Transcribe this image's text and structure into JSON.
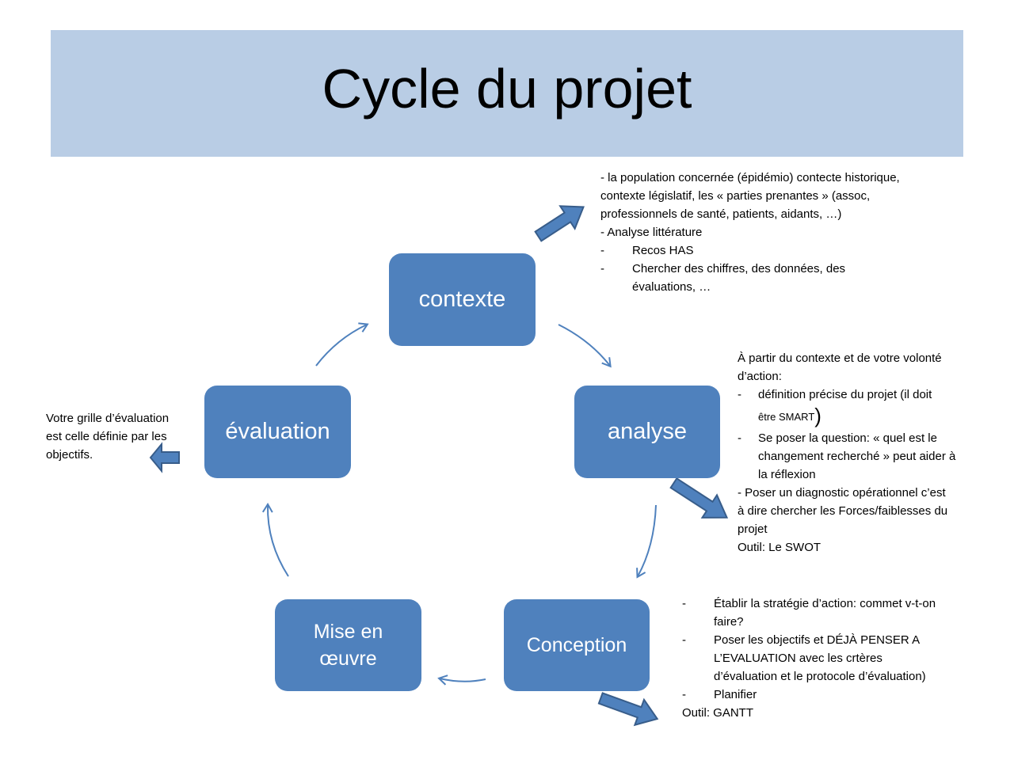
{
  "title": "Cycle du projet",
  "colors": {
    "title_band": "#b9cde5",
    "node_fill": "#4f81bd",
    "arrow_stroke": "#4f81bd",
    "callout_fill": "#4f81bd",
    "callout_stroke": "#385d8a"
  },
  "nodes": {
    "contexte": "contexte",
    "analyse": "analyse",
    "conception": "Conception",
    "mise_en_oeuvre": "Mise en œuvre",
    "evaluation": "évaluation"
  },
  "notes": {
    "contexte": {
      "intro": " - la population concernée (épidémio) contecte historique, contexte législatif, les « parties prenantes » (assoc, professionnels de santé, patients, aidants, …)",
      "line2": "-  Analyse littérature",
      "bullets": [
        "Recos HAS",
        "Chercher des chiffres, des données, des évaluations, …"
      ]
    },
    "analyse": {
      "intro": "À partir du contexte et de votre volonté d’action:",
      "bullet1": "définition précise du projet (il doit",
      "bullet1_cont": "être SMART",
      "bullet1_paren": ")",
      "bullet2": "Se poser la question: « quel est le changement recherché » peut aider à la réflexion",
      "after": "- Poser un diagnostic opérationnel c’est à  dire chercher les Forces/faiblesses du projet",
      "tool": "Outil: Le SWOT"
    },
    "conception": {
      "bullets": [
        "Établir la stratégie d’action: commet v-t-on faire?",
        "Poser les objectifs et DÉJÀ PENSER A L’EVALUATION  avec les crtères d’évaluation et le protocole d’évaluation)",
        "Planifier"
      ],
      "tool": "Outil: GANTT"
    },
    "evaluation": "Votre grille d’évaluation est celle définie par les objectifs."
  },
  "dash": "-"
}
